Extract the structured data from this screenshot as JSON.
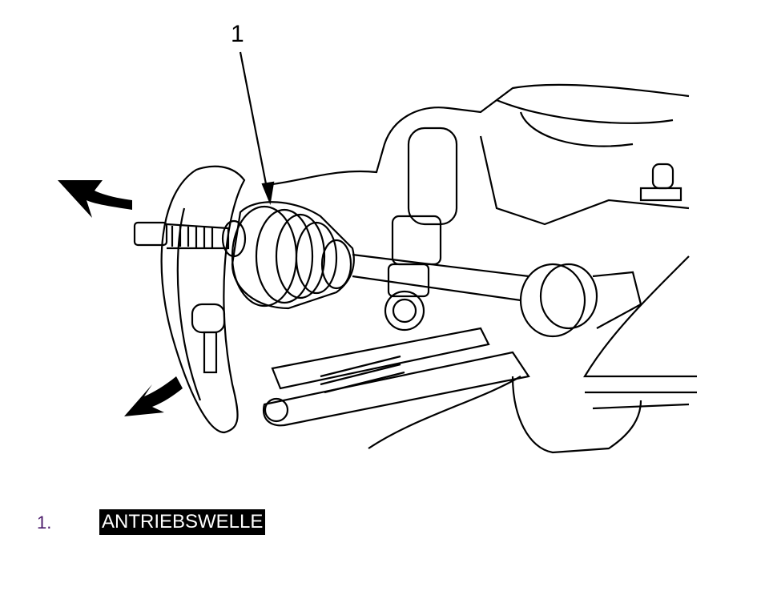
{
  "figure": {
    "callout": "1",
    "arrows": [
      "pull-outward-upper",
      "pull-outward-lower"
    ]
  },
  "legend": [
    {
      "number": "1.",
      "label": "ANTRIEBSWELLE"
    }
  ]
}
